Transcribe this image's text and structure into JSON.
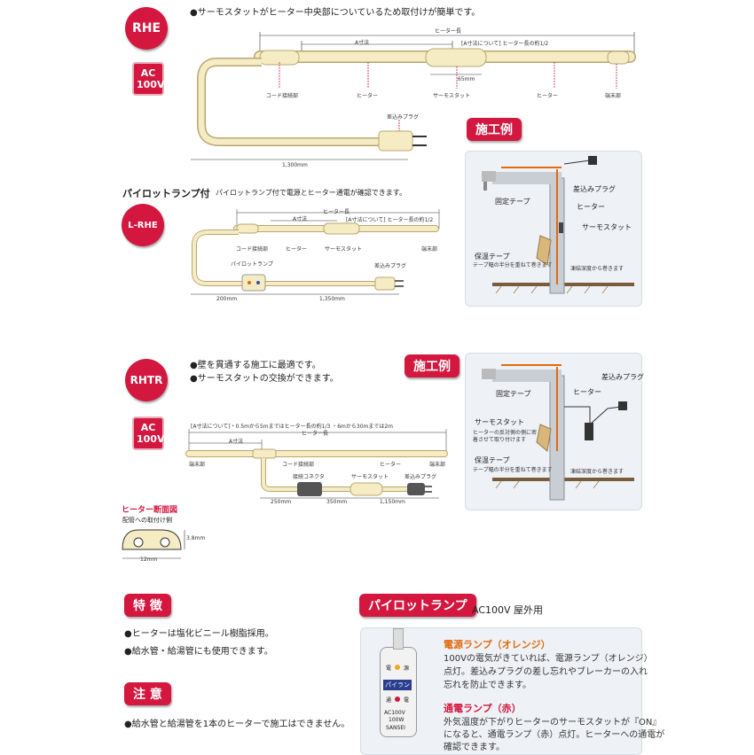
{
  "rhe": {
    "badge": "RHE",
    "ac": "AC\n100V",
    "desc": "●サーモスタットがヒーター中央部についているため取付けが簡単です。",
    "dims": {
      "heater_length": "ヒーター長",
      "a_dim": "A寸法",
      "about_a": "[A寸法について] ヒーター長の約1/2",
      "mm65": "65mm",
      "cord": "1,300mm"
    },
    "labels": {
      "cord_joint": "コード接続部",
      "heater1": "ヒーター",
      "thermostat": "サーモスタット",
      "heater2": "ヒーター",
      "end": "端末部",
      "plug": "差込みプラグ"
    }
  },
  "lrhe": {
    "title": "パイロットランプ付",
    "desc": "パイロットランプ付で電源とヒーター通電が確認できます。",
    "badge": "L-RHE",
    "dims": {
      "heater_length": "ヒーター長",
      "a_dim": "A寸法",
      "about_a": "[A寸法について] ヒーター長の約1/2",
      "d200": "200mm",
      "d1350": "1,350mm"
    },
    "labels": {
      "cord_joint": "コード接続部",
      "heater": "ヒーター",
      "thermostat": "サーモスタット",
      "end": "端末部",
      "pilot": "パイロットランプ",
      "plug": "差込みプラグ"
    }
  },
  "example1": {
    "title": "施工例",
    "labels": {
      "fixing_tape": "固定テープ",
      "plug": "差込みプラグ",
      "heater": "ヒーター",
      "thermostat": "サーモスタット",
      "insulation": "保温テープ",
      "insulation_note": "テープ幅の半分を重ねて巻きます",
      "frozen": "凍結深度から巻きます"
    }
  },
  "rhtr": {
    "badge": "RHTR",
    "ac": "AC\n100V",
    "bullet1": "●壁を貫通する施工に最適です。",
    "bullet2": "●サーモスタットの交換ができます。",
    "about_a": "[A寸法について]・0.5mから5mまではヒーター長の約1/3 ・6mから30mまでは2m",
    "dims": {
      "heater_length": "ヒーター長",
      "a_dim": "A寸法",
      "d250": "250mm",
      "d350": "350mm",
      "d1150": "1,150mm"
    },
    "labels": {
      "end1": "端末部",
      "cord_joint": "コード接続部",
      "heater": "ヒーター",
      "end2": "端末部",
      "connector": "接続コネクタ",
      "thermostat": "サーモスタット",
      "plug": "差込みプラグ"
    }
  },
  "section": {
    "title": "ヒーター断面図",
    "subtitle": "配管への取付け側",
    "height": "3.8mm",
    "width": "12mm"
  },
  "example2": {
    "title": "施工例",
    "labels": {
      "fixing_tape": "固定テープ",
      "heater": "ヒーター",
      "plug": "差込みプラグ",
      "thermostat": "サーモスタット",
      "thermo_note": "ヒーターの反対側の側に密着させて取り付けます",
      "insulation": "保温テープ",
      "insulation_note": "テープ幅の半分を重ねて巻きます",
      "frozen": "凍結深度から巻きます"
    }
  },
  "features": {
    "title": "特 徴",
    "items": [
      "●ヒーターは塩化ビニール樹脂採用。",
      "●給水管・給湯管にも使用できます。"
    ]
  },
  "caution": {
    "title": "注 意",
    "items": [
      "●給水管と給湯管を1本のヒーターで施工はできません。"
    ]
  },
  "pilot": {
    "title": "パイロットランプ",
    "spec": "AC100V 屋外用",
    "lamp": {
      "top_left": "電",
      "top_right": "源",
      "name": "パイラン",
      "bottom_left": "通",
      "bottom_right": "電",
      "v1": "AC100V",
      "v2": "100W",
      "maker": "SANSEI"
    },
    "power_title": "電源ランプ（オレンジ）",
    "power_text": [
      "100Vの電気がきていれば、電源ランプ（オレンジ）",
      "点灯。差込みプラグの差し忘れやブレーカーの入れ",
      "忘れを防止できます。"
    ],
    "current_title": "通電ランプ（赤）",
    "current_text": [
      "外気温度が下がりヒーターのサーモスタットが『ON』",
      "になると、通電ランプ（赤）点灯。ヒーターへの通電が",
      "確認できます。"
    ]
  },
  "colors": {
    "accent": "#d4173f",
    "heater": "#f6ecc4",
    "orange": "#e06a10"
  }
}
